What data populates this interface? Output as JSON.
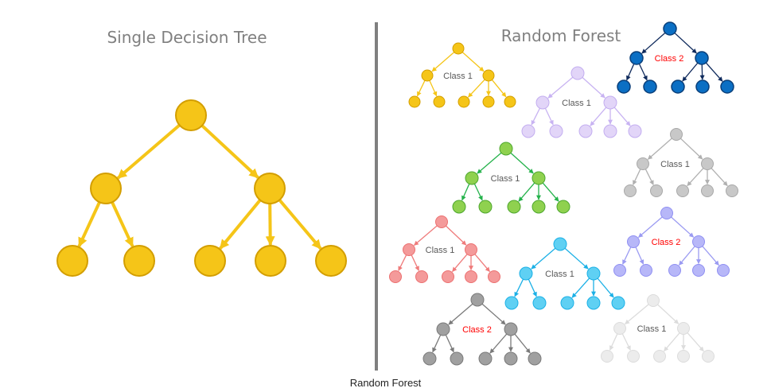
{
  "headings": {
    "left": "Single Decision Tree",
    "right": "Random Forest"
  },
  "caption": "Random Forest",
  "divider_color": "#7f7f7f",
  "single_tree": {
    "fill": "#f5c518",
    "stroke": "#d39e00",
    "edge": "#f5c518",
    "structure": "root -> 2 children; left child -> 2 leaves; right child -> 3 leaves"
  },
  "forest": [
    {
      "id": "yellow",
      "class_label": "Class 1",
      "label_color": "#595959",
      "fill": "#f5c518",
      "stroke": "#d39e00",
      "edge": "#f5c518"
    },
    {
      "id": "lavender",
      "class_label": "Class 1",
      "label_color": "#595959",
      "fill": "#e2d5f8",
      "stroke": "#c3aef0",
      "edge": "#c8b3f2"
    },
    {
      "id": "navy",
      "class_label": "Class 2",
      "label_color": "#ff0000",
      "fill": "#0b6fc4",
      "stroke": "#0a3f7a",
      "edge": "#0f2a5c"
    },
    {
      "id": "green",
      "class_label": "Class 1",
      "label_color": "#595959",
      "fill": "#8fd14f",
      "stroke": "#4ea72e",
      "edge": "#24b24b"
    },
    {
      "id": "gray",
      "class_label": "Class 1",
      "label_color": "#595959",
      "fill": "#c8c8c8",
      "stroke": "#a8a8a8",
      "edge": "#b0b0b0"
    },
    {
      "id": "pink",
      "class_label": "Class 1",
      "label_color": "#595959",
      "fill": "#f49a9a",
      "stroke": "#ec7070",
      "edge": "#ef7b7b"
    },
    {
      "id": "cyan",
      "class_label": "Class 1",
      "label_color": "#595959",
      "fill": "#5fd0f3",
      "stroke": "#1bb0e6",
      "edge": "#1bb0e6"
    },
    {
      "id": "periwinkle",
      "class_label": "Class 2",
      "label_color": "#ff0000",
      "fill": "#b7b7f8",
      "stroke": "#8f8ff2",
      "edge": "#9b9bf2"
    },
    {
      "id": "darkgray",
      "class_label": "Class 2",
      "label_color": "#ff0000",
      "fill": "#a0a0a0",
      "stroke": "#7a7a7a",
      "edge": "#7a7a7a"
    },
    {
      "id": "lightgray",
      "class_label": "Class 1",
      "label_color": "#595959",
      "fill": "#ececec",
      "stroke": "#dcdcdc",
      "edge": "#dcdcdc"
    }
  ]
}
